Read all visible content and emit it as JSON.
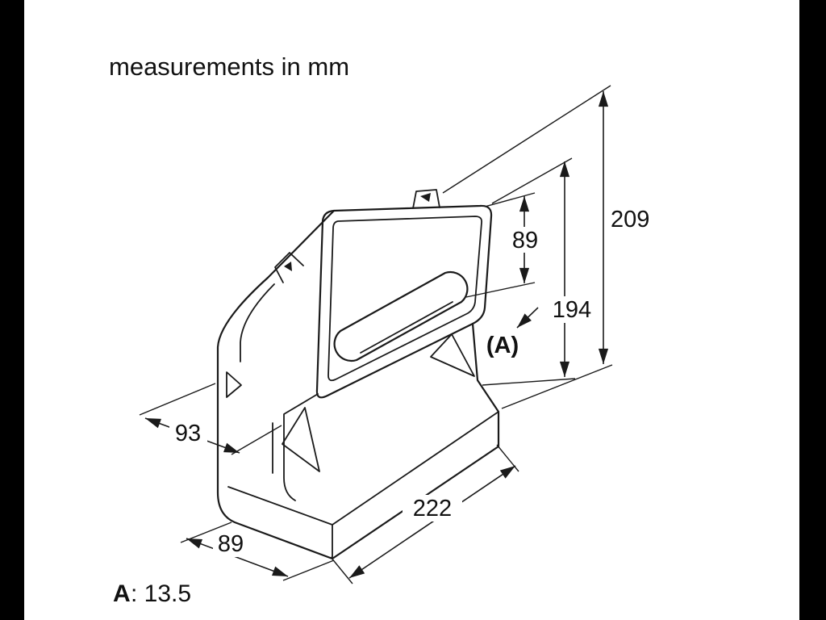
{
  "title": "measurements in mm",
  "footnote": {
    "label": "A",
    "value": ": 13.5"
  },
  "dims": {
    "total_height": "209",
    "flange_height": "194",
    "outlet_opening_height": "89",
    "ref_a_label": "(A)",
    "duct_depth": "93",
    "base_length": "222",
    "base_width": "89"
  },
  "colors": {
    "line": "#1a1a1a",
    "background": "#000000",
    "paper": "#ffffff"
  }
}
